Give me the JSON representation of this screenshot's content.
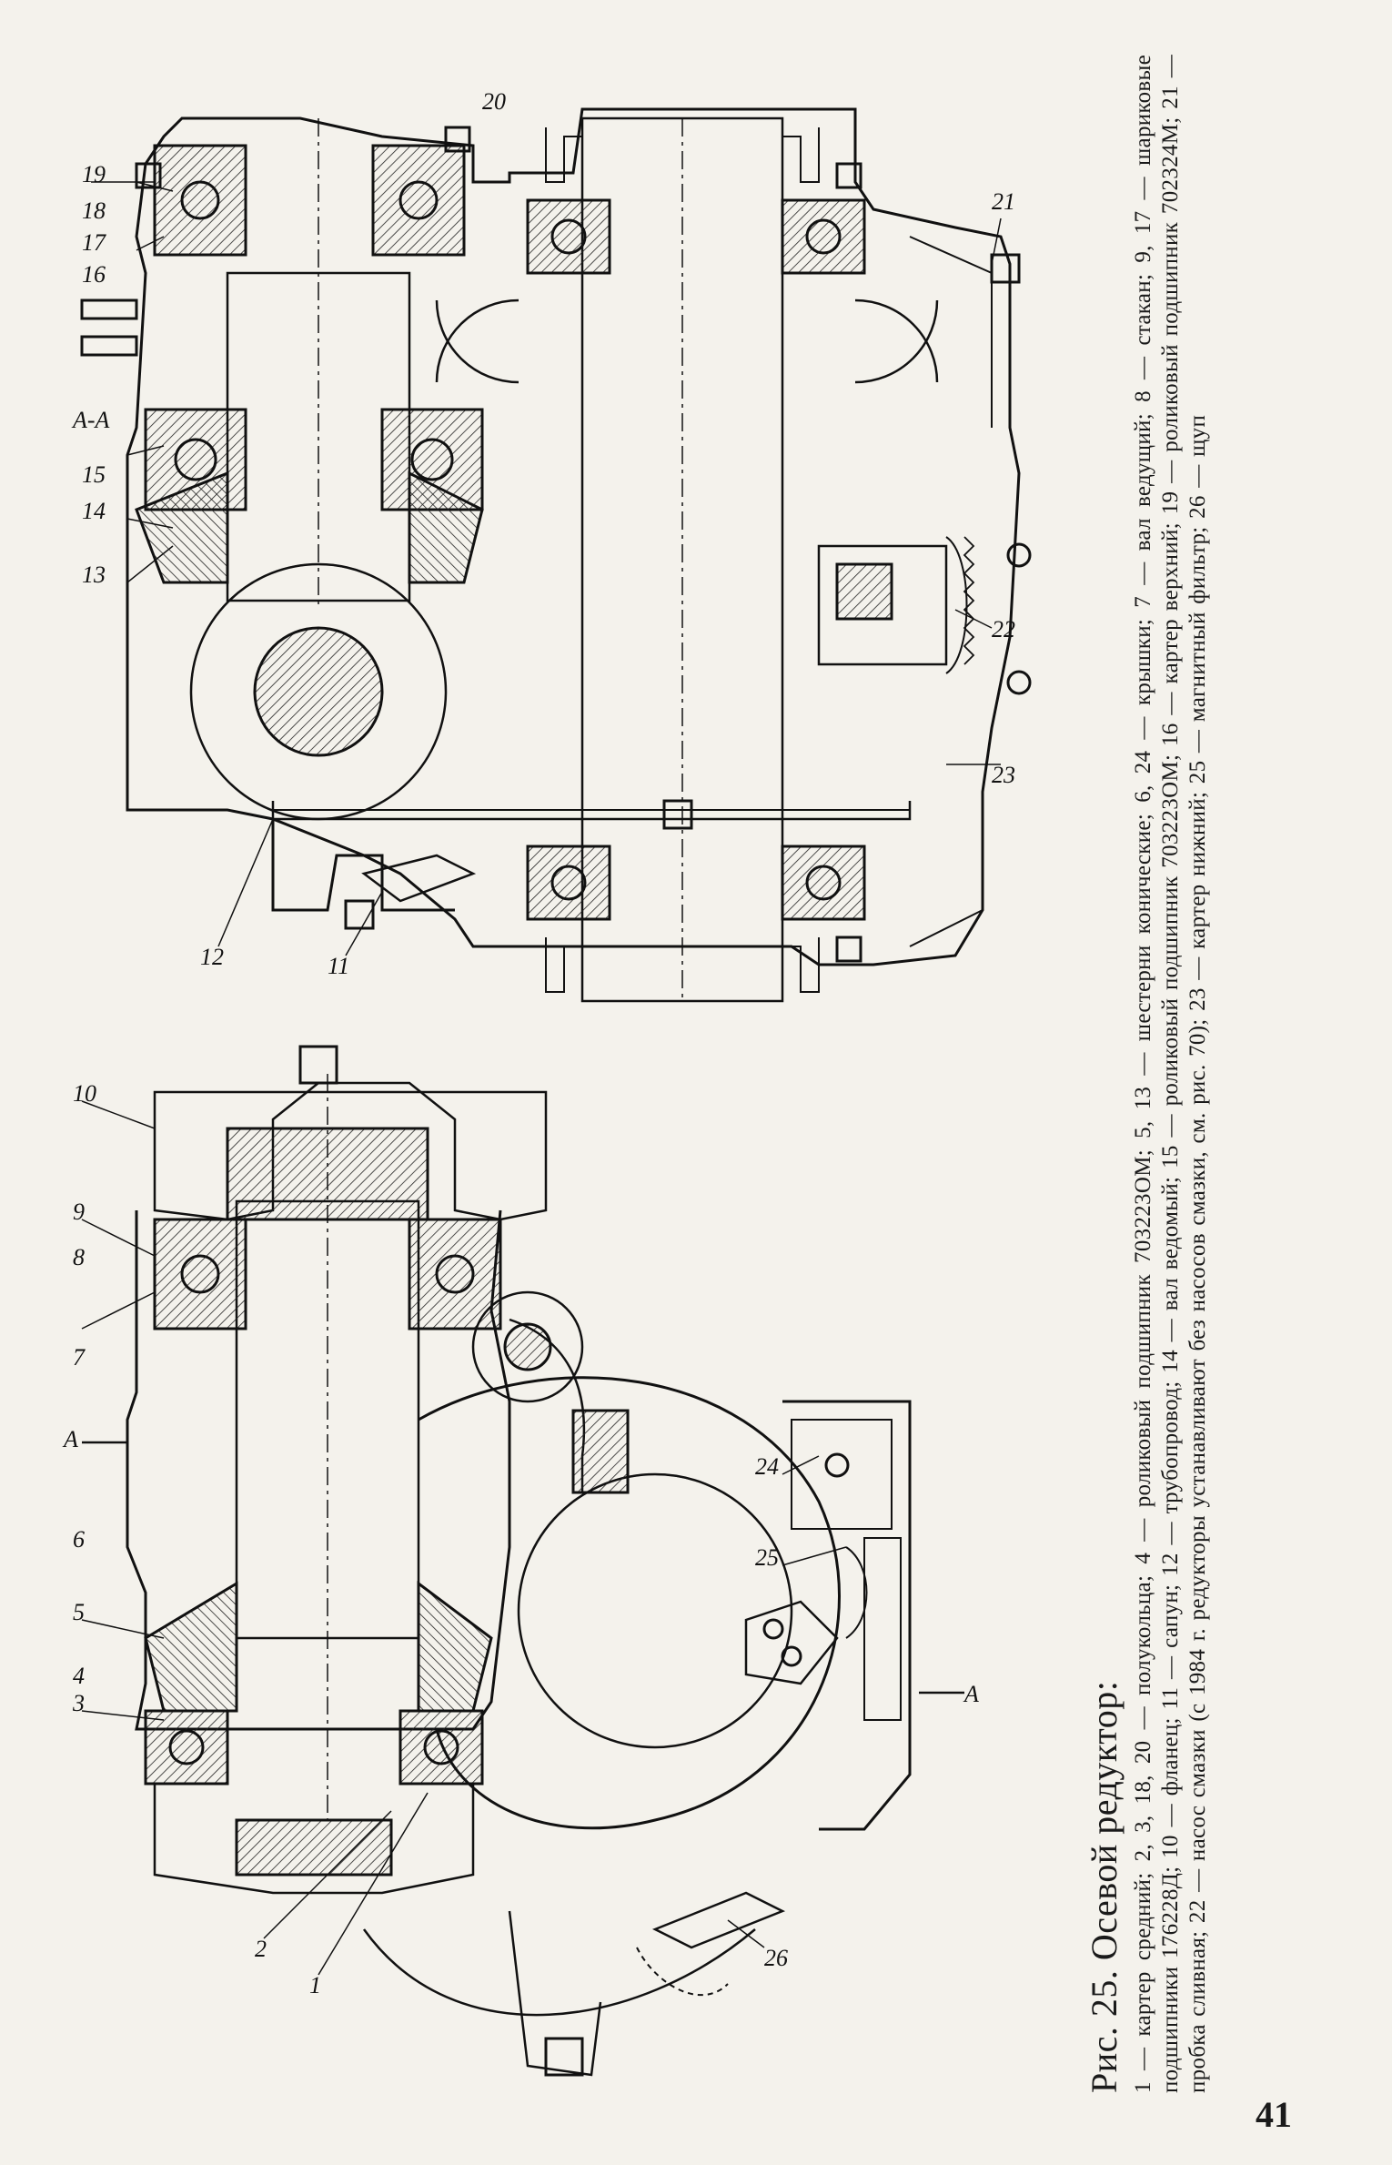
{
  "figure": {
    "title": "Рис. 25. Осевой редуктор:",
    "caption_text": "1 — картер средний; 2, 3, 18, 20 — полукольца; 4 — роликовый подшипник 703223ОМ; 5, 13 — шестерни конические; 6, 24 — крышки; 7 — вал ведущий; 8 — стакан; 9, 17 — шариковые подшипники 176228Д; 10 — фланец; 11 — сапун; 12 — трубопровод; 14 — вал ведомый; 15 — роликовый подшипник 703223ОМ; 16 — картер верхний; 19 — роликовый подшипник 702324М; 21 — пробка сливная; 22 — насос смазки (с 1984 г. редукторы устанавливают без насосов смазки, см. рис. 70); 23 — картер нижний; 25 — магнитный фильтр; 26 — щуп"
  },
  "labels": {
    "l1": "1",
    "l2": "2",
    "l3": "3",
    "l4": "4",
    "l5": "5",
    "l6": "6",
    "l7": "7",
    "l8": "8",
    "l9": "9",
    "l10": "10",
    "l11": "11",
    "l12": "12",
    "l13": "13",
    "l14": "14",
    "l15": "15",
    "l16": "16",
    "l17": "17",
    "l18": "18",
    "l19": "19",
    "l20": "20",
    "l21": "21",
    "l22": "22",
    "l23": "23",
    "l24": "24",
    "l25": "25",
    "l26": "26"
  },
  "section_marks": {
    "aa": "А-А",
    "a_left": "А",
    "a_right": "А"
  },
  "page_number": "41"
}
